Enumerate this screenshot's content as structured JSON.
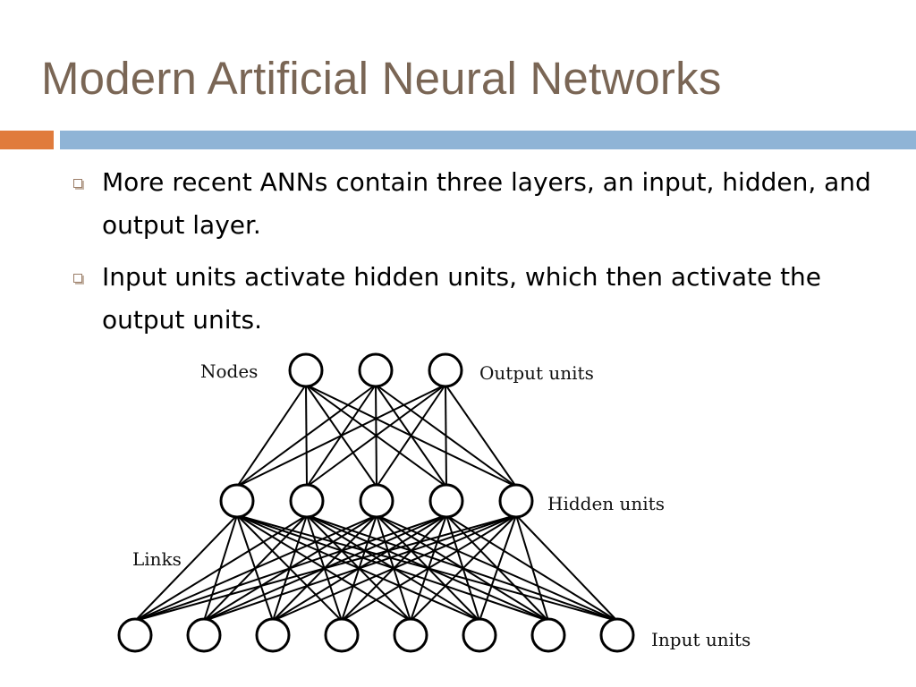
{
  "title": "Modern Artificial Neural Networks",
  "colors": {
    "title": "#7a6655",
    "accent_bar": "#e07b3c",
    "main_bar": "#8fb4d6",
    "bullet_icon": "#9a7c66"
  },
  "bullets": [
    "More recent ANNs contain three layers, an input, hidden, and output layer.",
    "Input units activate hidden units, which then activate the output units."
  ],
  "diagram": {
    "labels": {
      "nodes": "Nodes",
      "links": "Links",
      "output": "Output units",
      "hidden": "Hidden units",
      "input": "Input units"
    },
    "output_count": 3,
    "hidden_count": 5,
    "input_count": 8
  }
}
